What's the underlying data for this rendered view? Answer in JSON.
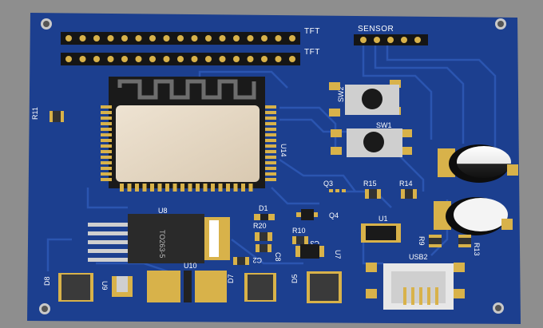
{
  "colors": {
    "background": "#8e8e8e",
    "board": "#1c3f8f",
    "trace": "#2b55b0",
    "gold": "#d8b24a",
    "silkscreen": "#ffffff",
    "module_shield": "#e3d6c2",
    "ic_body": "#2a2a2a"
  },
  "labels": {
    "tft_1": "TFT",
    "tft_2": "TFT",
    "sensor": "SENSOR",
    "r11": "R11",
    "u14": "U14",
    "sw2": "SW2",
    "sw1": "SW1",
    "q3": "Q3",
    "r15": "R15",
    "r14": "R14",
    "u8": "U8",
    "d1": "D1",
    "q4": "Q4",
    "u1": "U1",
    "r20": "R20",
    "r10": "R10",
    "c8": "C8",
    "c3": "C3",
    "u7": "U7",
    "r9": "R9",
    "r13": "R13",
    "c2": "C2",
    "u10": "U10",
    "usb2": "USB2",
    "d8": "D8",
    "u9": "U9",
    "d7": "D7",
    "d5": "D5",
    "ic_marking": "TO263-5"
  }
}
